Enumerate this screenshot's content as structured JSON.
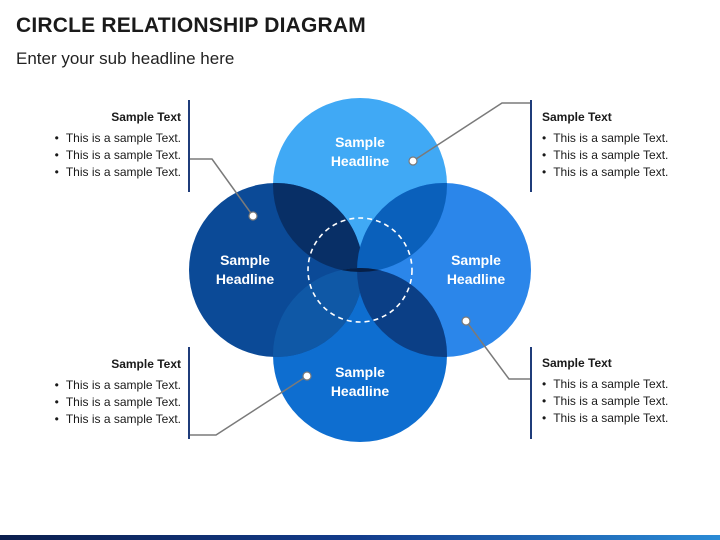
{
  "header": {
    "title": "CIRCLE RELATIONSHIP DIAGRAM",
    "subtitle": "Enter your sub headline here"
  },
  "circles": [
    {
      "id": "top",
      "headline_line1": "Sample",
      "headline_line2": "Headline",
      "color": "#40a9f5"
    },
    {
      "id": "left",
      "headline_line1": "Sample",
      "headline_line2": "Headline",
      "color": "#0b4a97"
    },
    {
      "id": "right",
      "headline_line1": "Sample",
      "headline_line2": "Headline",
      "color": "#2b86ea"
    },
    {
      "id": "bottom",
      "headline_line1": "Sample",
      "headline_line2": "Headline",
      "color": "#0e6ed0"
    }
  ],
  "text_boxes": {
    "top_left": {
      "title": "Sample Text",
      "items": [
        "This is a sample Text.",
        "This is a sample Text.",
        "This is a sample Text."
      ]
    },
    "top_right": {
      "title": "Sample Text",
      "items": [
        "This is a sample Text.",
        "This is a sample Text.",
        "This is a sample Text."
      ]
    },
    "bottom_left": {
      "title": "Sample Text",
      "items": [
        "This is a sample Text.",
        "This is a sample Text.",
        "This is a sample Text."
      ]
    },
    "bottom_right": {
      "title": "Sample Text",
      "items": [
        "This is a sample Text.",
        "This is a sample Text.",
        "This is a sample Text."
      ]
    }
  },
  "colors": {
    "accent_dark": "#1f3c7a",
    "connector": "#7a7a7a",
    "center_ring": "#ffffff"
  }
}
